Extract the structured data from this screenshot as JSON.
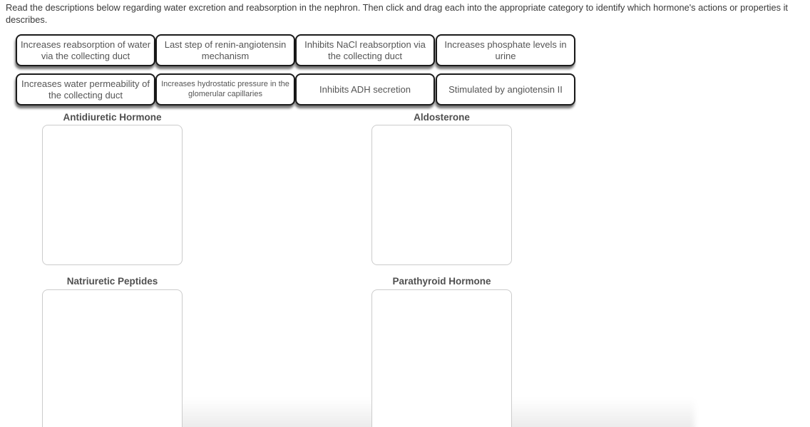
{
  "instructions": "Read the descriptions below regarding water excretion and reabsorption in the nephron.  Then click and drag each into the appropriate category to identify which hormone's actions or properties it describes.",
  "cards": [
    {
      "text": "Increases reabsorption of water via the collecting duct"
    },
    {
      "text": "Last step of renin-angiotensin mechanism"
    },
    {
      "text": "Inhibits NaCl reabsorption via the collecting duct"
    },
    {
      "text": "Increases phosphate levels in urine"
    },
    {
      "text": "Increases water permeability of the collecting duct"
    },
    {
      "text": "Increases hydrostatic pressure in the glomerular capillaries"
    },
    {
      "text": "Inhibits ADH secretion"
    },
    {
      "text": "Stimulated by angiotensin II"
    }
  ],
  "categories": [
    {
      "label": "Antidiuretic Hormone"
    },
    {
      "label": "Aldosterone"
    },
    {
      "label": "Natriuretic Peptides"
    },
    {
      "label": "Parathyroid Hormone"
    }
  ],
  "colors": {
    "card_border": "#1b1b1b",
    "card_text": "#555555",
    "category_header_text": "#4f4f4f",
    "dropzone_border": "#cccccc",
    "instruction_text": "#3a3a3a",
    "background": "#ffffff"
  }
}
